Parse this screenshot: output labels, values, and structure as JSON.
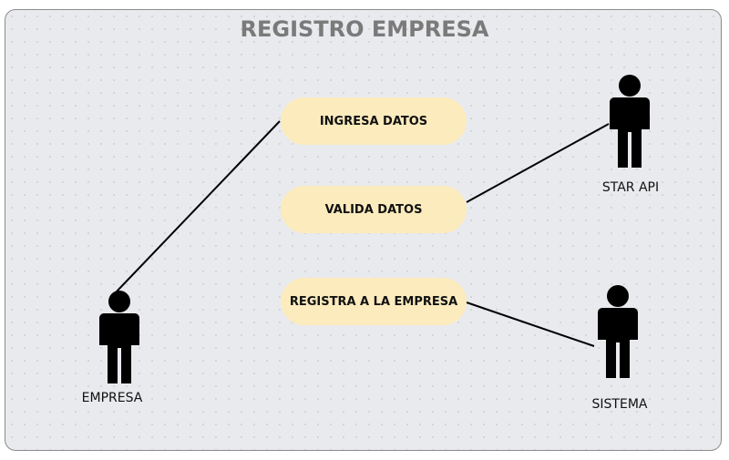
{
  "diagram": {
    "title": "REGISTRO EMPRESA",
    "use_cases": [
      {
        "label": "INGRESA DATOS"
      },
      {
        "label": "VALIDA DATOS"
      },
      {
        "label": "REGISTRA A LA EMPRESA"
      }
    ],
    "actors": [
      {
        "label": "EMPRESA"
      },
      {
        "label": "STAR API"
      },
      {
        "label": "SISTEMA"
      }
    ],
    "associations": [
      {
        "from": "EMPRESA",
        "to": "INGRESA DATOS"
      },
      {
        "from": "STAR API",
        "to": "VALIDA DATOS"
      },
      {
        "from": "SISTEMA",
        "to": "REGISTRA A LA EMPRESA"
      }
    ],
    "colors": {
      "frame_background": "#e9eaed",
      "frame_border": "#8c8c8c",
      "title": "#7a7a7a",
      "use_case_fill": "#fcebbd",
      "actor": "#000000"
    }
  }
}
